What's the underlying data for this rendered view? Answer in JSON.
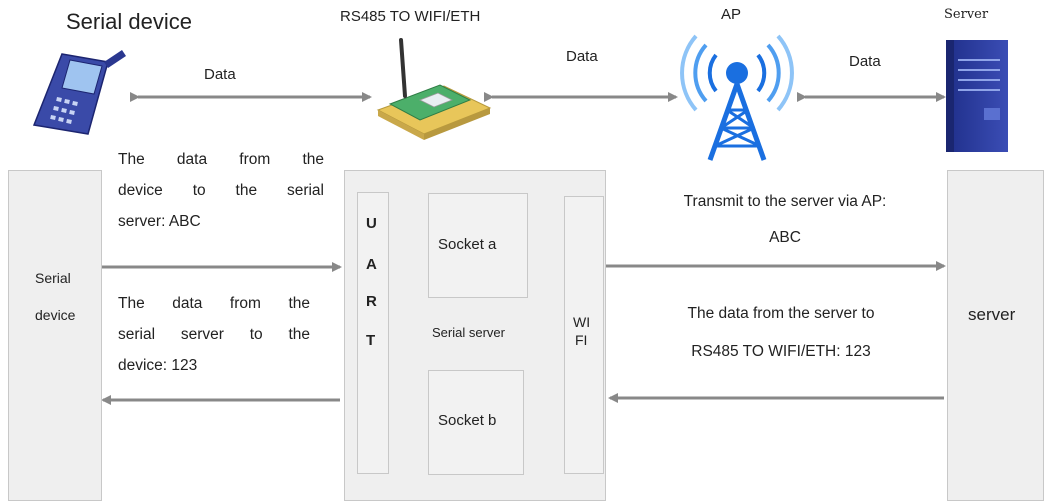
{
  "top": {
    "serial_device_title": "Serial device",
    "rs485_title": "RS485 TO WIFI/ETH",
    "ap_title": "AP",
    "server_title": "Server",
    "data_label_1": "Data",
    "data_label_2": "Data",
    "data_label_3": "Data"
  },
  "flow": {
    "left_box_label_line1": "Serial",
    "left_box_label_line2": "device",
    "right_box_label": "server",
    "uart_letters": [
      "U",
      "A",
      "R",
      "T"
    ],
    "wifi_line1": "WI",
    "wifi_line2": "FI",
    "socket_a": "Socket a",
    "socket_b": "Socket b",
    "serial_server": "Serial server",
    "text_device_to_server": [
      "The data from the",
      "device to the serial",
      "server: ABC"
    ],
    "text_server_to_device": [
      "The data from the",
      "serial server to the",
      "device: 123"
    ],
    "text_transmit_line1": "Transmit to the server via AP:",
    "text_transmit_line2": "ABC",
    "text_server_to_rs485_line1": "The data from the server to",
    "text_server_to_rs485_line2": "RS485 TO WIFI/ETH: 123"
  },
  "colors": {
    "arrow": "#888888",
    "box_fill": "#efefef",
    "ap_blue": "#1a6fe0",
    "server_blue": "#2d3d9c",
    "device_blue": "#3a4aa8",
    "pcb_green": "#4caf6a"
  }
}
